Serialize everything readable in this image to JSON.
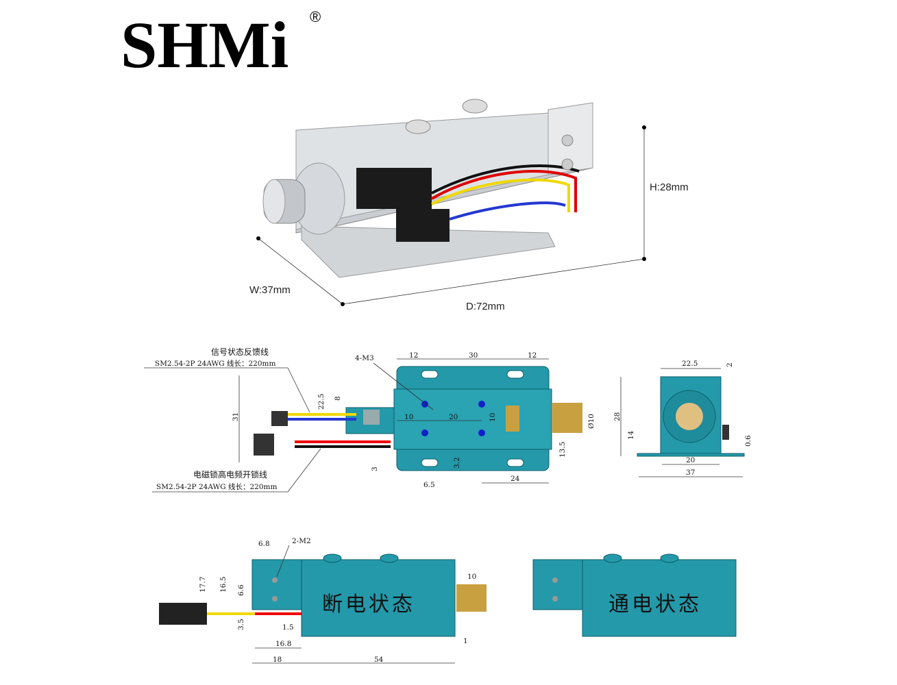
{
  "brand": {
    "logo": "SHMi",
    "registered": "®"
  },
  "product_view": {
    "height": "H:28mm",
    "width": "W:37mm",
    "depth": "D:72mm"
  },
  "front_view": {
    "feedback_wire_label": "信号状态反馈线",
    "feedback_wire_spec": "SM2.54-2P 24AWG 线长：220mm",
    "unlock_wire_label": "电磁锁高电频开锁线",
    "unlock_wire_spec": "SM2.54-2P 24AWG 线长：220mm",
    "screw_label": "4-M3",
    "dims": {
      "top_left": "12",
      "top_mid": "30",
      "top_right": "12",
      "height": "31",
      "h22": "22.5",
      "h8": "8",
      "d10a": "10",
      "d20": "20",
      "d10b": "10",
      "dia": "Ø10",
      "h13": "13.5",
      "h3_2": "3.2",
      "h3": "3",
      "w6_5": "6.5",
      "w24": "24"
    }
  },
  "side_view": {
    "dims": {
      "top": "22.5",
      "top_gap": "2",
      "height": "28",
      "center": "14",
      "base": "20",
      "total": "37",
      "thick": "0.6"
    }
  },
  "bottom_left": {
    "state_label": "断电状态",
    "screw_label": "2-M2",
    "dims": {
      "d6_8": "6.8",
      "h17_7": "17.7",
      "h16_5": "16.5",
      "h6_6": "6.6",
      "h3_5": "3.5",
      "d1_5": "1.5",
      "d16_8": "16.8",
      "d18": "18",
      "d54": "54",
      "d10": "10",
      "d1": "1"
    }
  },
  "bottom_right": {
    "state_label": "通电状态"
  }
}
